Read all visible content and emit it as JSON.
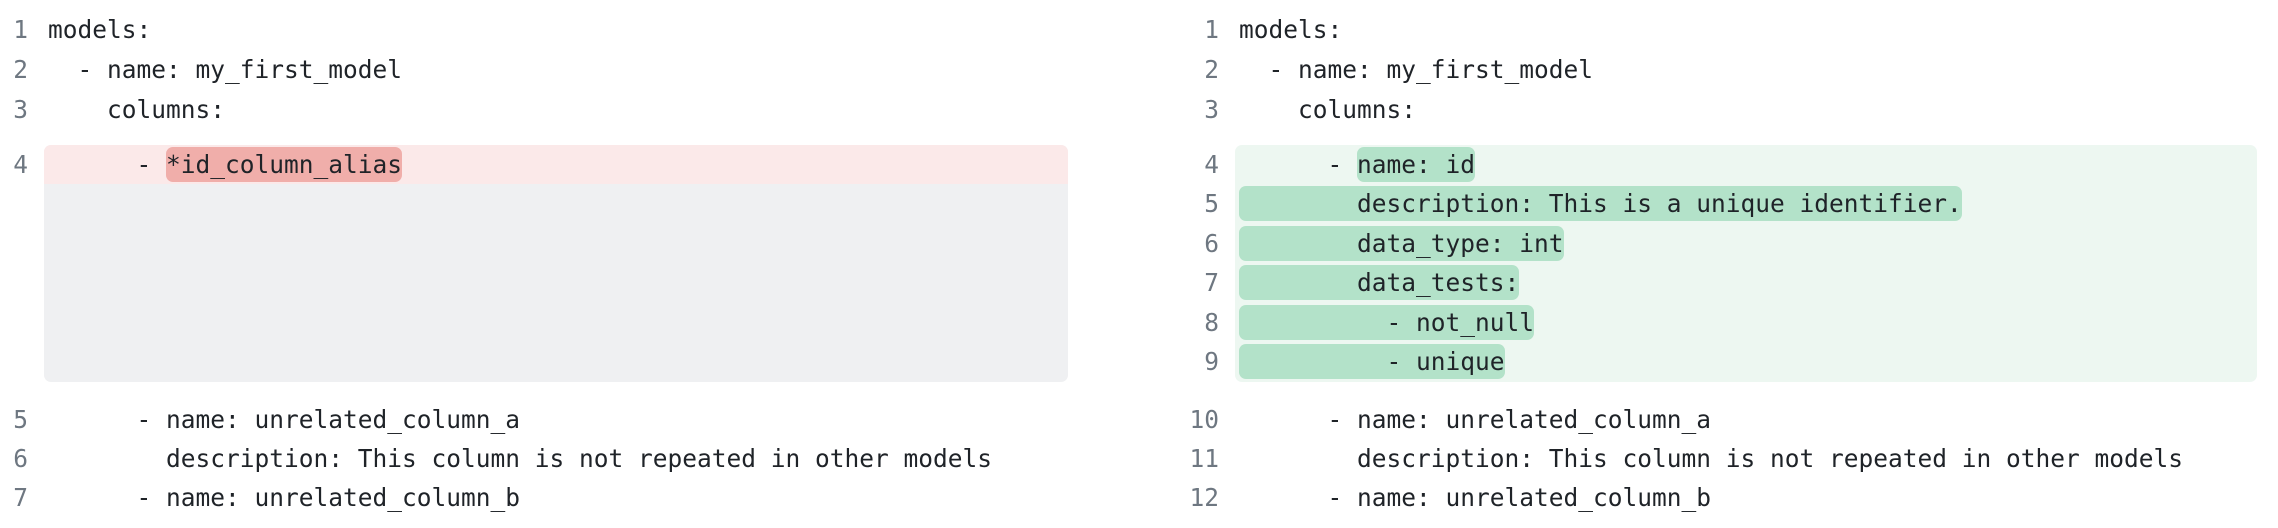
{
  "colors": {
    "removed_row": "#fbe9e9",
    "removed_token": "#f0aeaa",
    "placeholder": "#eff0f2",
    "added_row": "#edf7f1",
    "added_token": "#b3e2c9",
    "line_number": "#6e7781",
    "text": "#1f2328"
  },
  "left": {
    "lines": [
      {
        "num": "1",
        "plain": "models:",
        "hl": ""
      },
      {
        "num": "2",
        "plain": "  - name: my_first_model",
        "hl": ""
      },
      {
        "num": "3",
        "plain": "    columns:",
        "hl": ""
      },
      {
        "num": "4",
        "plain": "      - ",
        "hl": "*id_column_alias",
        "state": "removed"
      },
      {
        "num": "5",
        "plain": "      - name: unrelated_column_a",
        "hl": ""
      },
      {
        "num": "6",
        "plain": "        description: This column is not repeated in other models",
        "hl": ""
      },
      {
        "num": "7",
        "plain": "      - name: unrelated_column_b",
        "hl": ""
      }
    ]
  },
  "right": {
    "lines": [
      {
        "num": "1",
        "plain": "models:",
        "hl": ""
      },
      {
        "num": "2",
        "plain": "  - name: my_first_model",
        "hl": ""
      },
      {
        "num": "3",
        "plain": "    columns:",
        "hl": ""
      },
      {
        "num": "4",
        "plain": "      - ",
        "hl": "name: id",
        "state": "added"
      },
      {
        "num": "5",
        "plain": "",
        "hl": "        description: This is a unique identifier.",
        "state": "added"
      },
      {
        "num": "6",
        "plain": "",
        "hl": "        data_type: int",
        "state": "added"
      },
      {
        "num": "7",
        "plain": "",
        "hl": "        data_tests:",
        "state": "added"
      },
      {
        "num": "8",
        "plain": "",
        "hl": "          - not_null",
        "state": "added"
      },
      {
        "num": "9",
        "plain": "",
        "hl": "          - unique",
        "state": "added"
      },
      {
        "num": "10",
        "plain": "      - name: unrelated_column_a",
        "hl": ""
      },
      {
        "num": "11",
        "plain": "        description: This column is not repeated in other models",
        "hl": ""
      },
      {
        "num": "12",
        "plain": "      - name: unrelated_column_b",
        "hl": ""
      }
    ]
  }
}
